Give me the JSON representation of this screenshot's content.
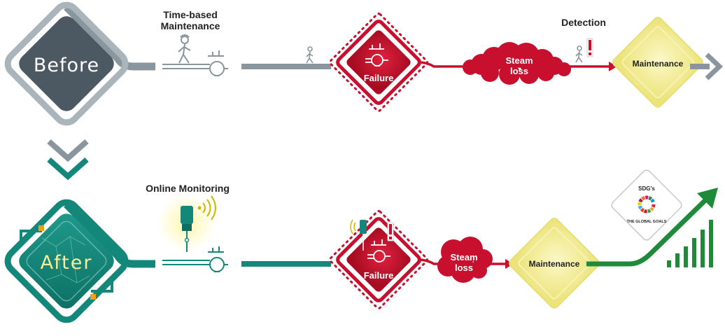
{
  "stages": {
    "before": "Before",
    "after": "After"
  },
  "before_row": {
    "maintenance_type_line1": "Time-based",
    "maintenance_type_line2": "Maintenance",
    "failure": "Failure",
    "steam_loss_line1": "Steam",
    "steam_loss_line2": "loss",
    "detection": "Detection",
    "maintenance": "Maintenance"
  },
  "after_row": {
    "monitoring": "Online Monitoring",
    "failure": "Failure",
    "steam_loss_line1": "Steam",
    "steam_loss_line2": "loss",
    "maintenance": "Maintenance",
    "sdg_title": "SDG's",
    "sdg_caption": "THE GLOBAL GOALS"
  },
  "colors": {
    "gray": "#8a969e",
    "dark_slate": "#4c5963",
    "teal": "#14877b",
    "red": "#c8102e",
    "yellow": "#f4ee9a",
    "green": "#1f8a3a"
  },
  "icons": [
    "walking-person-icon",
    "steam-trap-icon",
    "alert-icon",
    "wireless-sensor-icon",
    "growth-bars-icon",
    "sdg-wheel-icon"
  ]
}
